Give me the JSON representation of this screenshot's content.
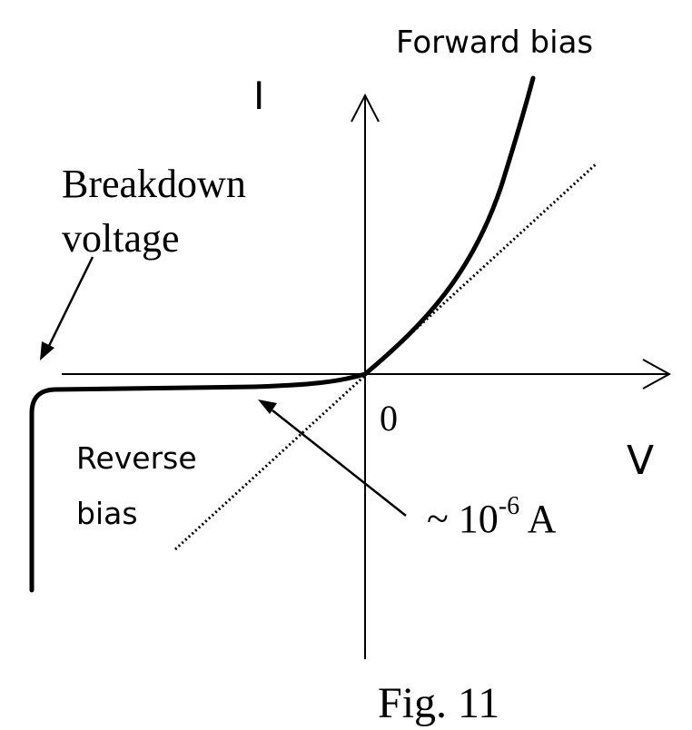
{
  "labels": {
    "i_axis": "I",
    "v_axis": "V",
    "origin": "0",
    "forward": "Forward bias",
    "breakdown_line1": "Breakdown",
    "breakdown_line2": "voltage",
    "reverse_line1": "Reverse",
    "reverse_line2": "bias",
    "current_prefix": "~ 10",
    "current_exp": "-6",
    "current_unit": " A",
    "caption": "Fig. 11"
  },
  "colors": {
    "ink": "#000000",
    "background": "#ffffff"
  }
}
